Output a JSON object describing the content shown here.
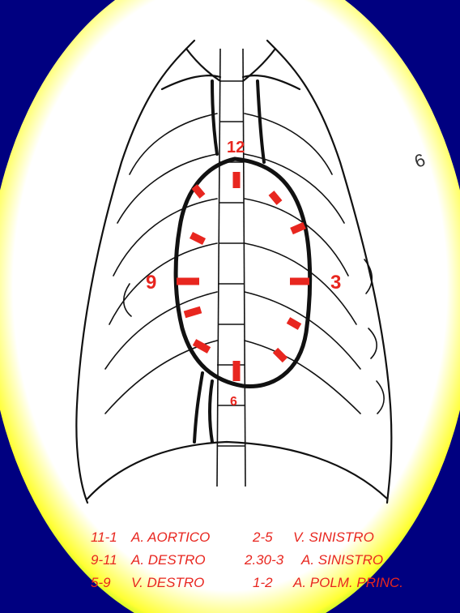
{
  "clock_labels": {
    "top": "12",
    "right": "3",
    "bottom": "6",
    "left": "9"
  },
  "corner_mark": "6",
  "legend": {
    "left": [
      {
        "range": "11-1",
        "name": "A. AORTICO"
      },
      {
        "range": "9-11",
        "name": "A. DESTRO"
      },
      {
        "range": "5-9",
        "name": "V. DESTRO"
      }
    ],
    "right": [
      {
        "range": "2-5",
        "name": "V. SINISTRO"
      },
      {
        "range": "2.30-3",
        "name": "A. SINISTRO"
      },
      {
        "range": "1-2",
        "name": "A. POLM. PRINC."
      }
    ]
  },
  "colors": {
    "frame": "#000080",
    "halo_outer": "#00cc00",
    "halo_mid": "#ffff00",
    "paper": "#ffffff",
    "ink": "#111111",
    "marks": "#e8261f"
  }
}
